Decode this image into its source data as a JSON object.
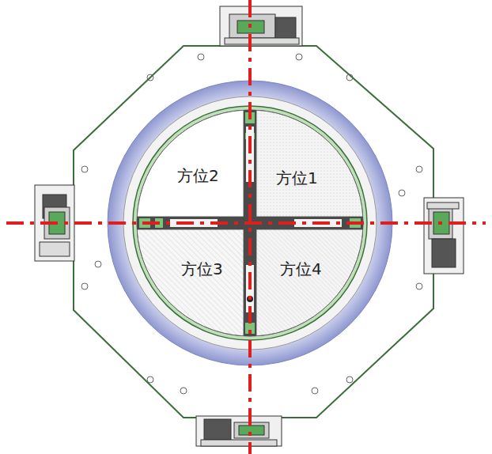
{
  "diagram": {
    "nodes": [
      {
        "text": [
          "方位2"
        ]
      },
      {
        "text": [
          "方位1"
        ]
      },
      {
        "text": [
          "方位3"
        ]
      },
      {
        "text": [
          "方位4"
        ]
      }
    ]
  }
}
